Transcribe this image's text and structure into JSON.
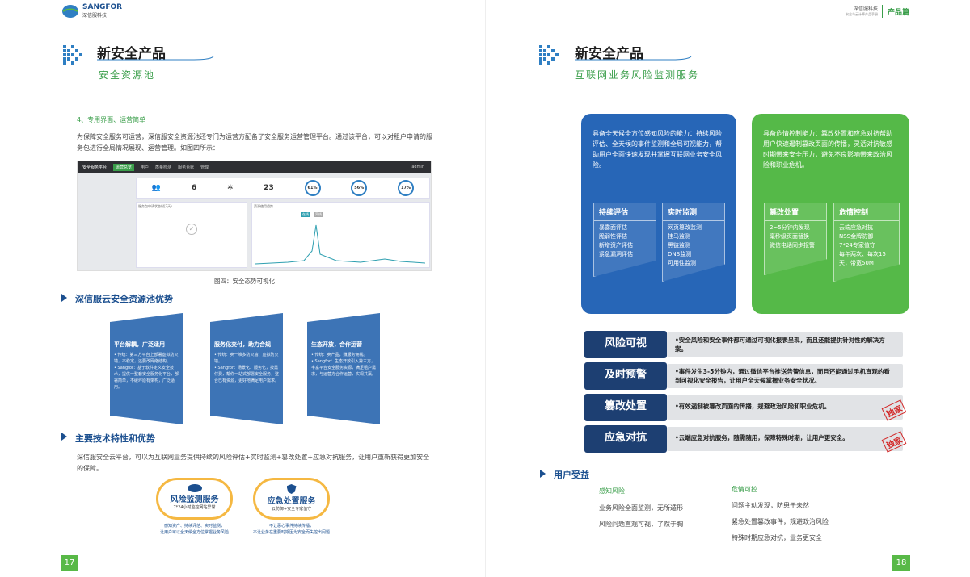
{
  "left": {
    "logo": {
      "brand": "SANGFOR",
      "sub": "深信服科技"
    },
    "title": "新安全产品",
    "subtitle": "安全资源池",
    "item4": "4、专用界面、运营简单",
    "intro": "为保障安全服务可运营，深信服安全资源池还专门为运营方配备了安全服务运营管理平台。通过该平台，可以对租户申请的服务包进行全局情况展现、运营管理。如图四所示：",
    "shot": {
      "brand": "安全服务平台",
      "tabs": [
        "运营总览",
        "用户",
        "质量检测",
        "服务台账",
        "管理"
      ],
      "user": "admin",
      "stats": [
        "6",
        "23"
      ],
      "rings": [
        "61%",
        "56%",
        "17%"
      ],
      "panel_left": "服务包申请状态(近7天)",
      "panel_right": "资源使用趋势",
      "legend": [
        "在线",
        "离线"
      ]
    },
    "caption": "图四：安全态势可视化",
    "adv_title": "深信服云安全资源池优势",
    "flags": [
      {
        "title": "平台解耦，广泛适用",
        "body": "• 传统：第三方平台上部署虚拟防火墙，不稳定，还要改网络结构。\n• Sangfor：基于软件定义安全技术，提供一整套安全服务化平台，部署简单，不破坏原有架构，广泛适用。"
      },
      {
        "title": "服务化交付，助力合规",
        "body": "• 传统：卖一堆多防火墙、虚拟防火墙。\n• Sangfor：场景化、服务化，按需付费，帮你一站式部署安全服务，整合已有资源，更好地满足用户需求。"
      },
      {
        "title": "生态开放，合作运营",
        "body": "• 传统：卖产品，赚服务佣钱。\n• Sangfor：生态开放引入第三方，丰富平台安全服务资源，满足租户需求，与运营方合作运营，实现共赢。"
      }
    ],
    "tech_title": "主要技术特性和优势",
    "tech_text": "深信服安全云平台，可以为互联网业务提供持续的风险评估+实时监测+篡改处置+应急对抗服务，让用户重新获得更加安全的保障。",
    "clouds": [
      {
        "title": "风险监测服务",
        "sub": "7*24小时监控网站异常",
        "desc": "感知资产、持续评估、实时监测，\n让用户可以全天候全方位掌握业务风险"
      },
      {
        "title": "应急处置服务",
        "sub": "云防御+安全专家值守",
        "desc": "不让恶心事件持续传播，\n不让业务在重要时期因为安全而失控出问题"
      }
    ],
    "page": "17"
  },
  "right": {
    "header": {
      "company": "深信服科技",
      "sub": "安全与云计算产品手册",
      "section": "产品篇"
    },
    "title": "新安全产品",
    "subtitle": "互联网业务风险监测服务",
    "blue": {
      "text": "具备全天候全方位感知风险的能力：持续风险评估、全天候的事件监测和全局可视能力，帮助用户全面快速发现并掌握互联网业务安全风险。",
      "cols": [
        {
          "title": "持续评估",
          "items": [
            "暴露面评估",
            "脆弱性评估",
            "新增资产评估",
            "紧急漏洞评估"
          ]
        },
        {
          "title": "实时监测",
          "items": [
            "网页篡改监测",
            "挂马监测",
            "黑链监测",
            "DNS监测",
            "可用性监测"
          ]
        }
      ]
    },
    "green": {
      "text": "具备危情控制能力：篡改处置和应急对抗帮助用户快速遏制篡改页面的传播，灵活对抗敏感时期带来安全压力，避免不良影响带来政治风险和职业危机。",
      "cols": [
        {
          "title": "篡改处置",
          "items": [
            "2~5分钟内发现",
            "毫秒级页面替换",
            "微信电话同步报警"
          ]
        },
        {
          "title": "危情控制",
          "items": [
            "云端应急对抗",
            "NSS金牌防御",
            "7*24专家值守",
            "每年两次、每次15天，带宽50M"
          ]
        }
      ]
    },
    "features": [
      {
        "label": "风险可视",
        "text": "•安全风险和安全事件都可通过可视化报表呈现，而且还能提供针对性的解决方案。",
        "stamp": ""
      },
      {
        "label": "及时预警",
        "text": "•事件发生3-5分钟内，通过微信平台推送告警信息，而且还能通过手机直观的看到可视化安全报告，让用户全天候掌握业务安全状况。",
        "stamp": ""
      },
      {
        "label": "篡改处置",
        "text": "•有效遏制被篡改页面的传播，规避政治风险和职业危机。",
        "stamp": "独家"
      },
      {
        "label": "应急对抗",
        "text": "•云端应急对抗服务，随需随用，保障特殊时期，让用户更安全。",
        "stamp": "独家"
      }
    ],
    "benefit_title": "用户受益",
    "benefits": [
      {
        "title": "感知风险",
        "items": [
          "业务风险全面监测，无所遁形",
          "风险问题直观可视，了然于胸"
        ]
      },
      {
        "title": "危情可控",
        "items": [
          "问题主动发现，防患于未然",
          "紧急处置篡改事件，规避政治风险",
          "特殊时期应急对抗，业务更安全"
        ]
      }
    ],
    "page": "18"
  },
  "colors": {
    "blue": "#2766b7",
    "green": "#55b948",
    "navy": "#1d3f72",
    "accent": "#3a9e4a"
  }
}
